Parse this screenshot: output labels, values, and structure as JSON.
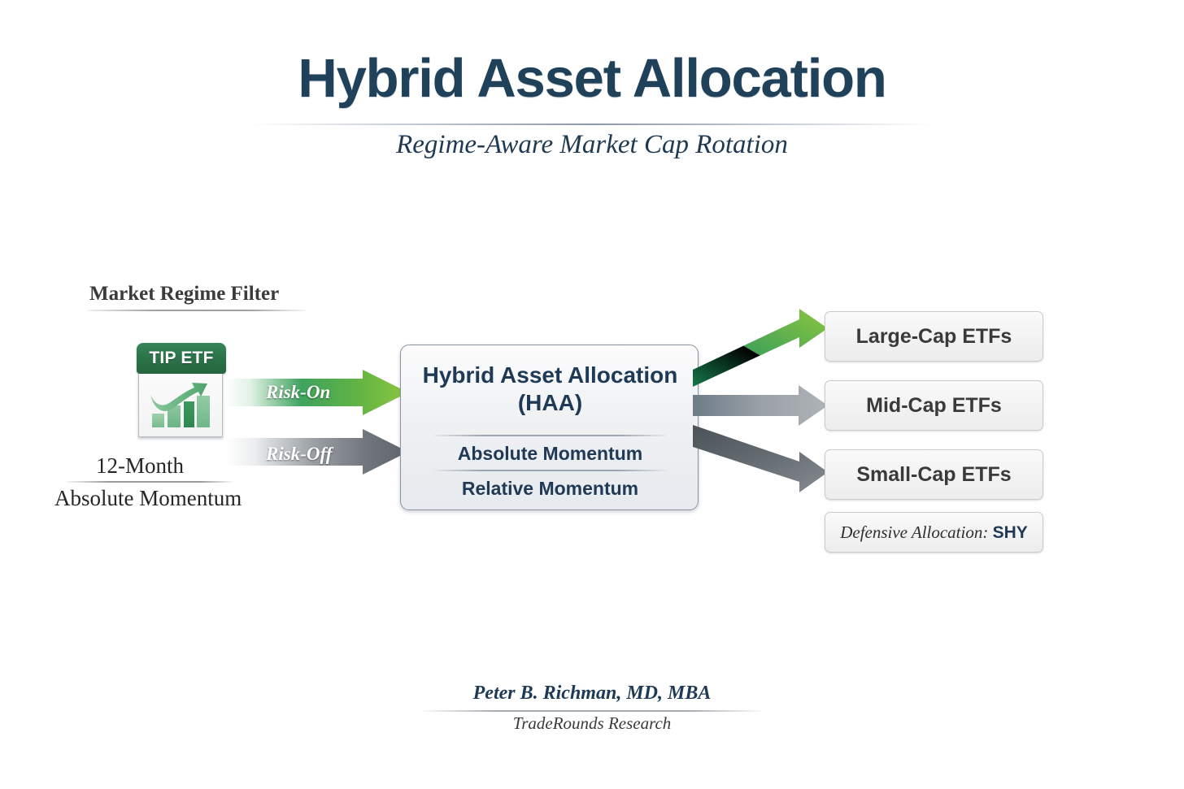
{
  "header": {
    "title": "Hybrid Asset Allocation",
    "subtitle": "Regime-Aware Market Cap Rotation"
  },
  "regime_filter": {
    "section_label": "Market Regime Filter",
    "signal_card": {
      "header": "TIP ETF",
      "icon": "bar-chart-uptrend-icon"
    },
    "momentum_note": {
      "line1": "12-Month",
      "line2": "Absolute Momentum"
    },
    "branches": [
      {
        "label": "Risk-On",
        "color": "#7ab83c"
      },
      {
        "label": "Risk-Off",
        "color": "#6e7479"
      }
    ]
  },
  "engine": {
    "title_line1": "Hybrid Asset Allocation",
    "title_line2": "(HAA)",
    "rules": [
      "Absolute Momentum",
      "Relative Momentum"
    ]
  },
  "outputs": {
    "boxes": [
      {
        "label": "Large-Cap ETFs"
      },
      {
        "label": "Mid-Cap ETFs"
      },
      {
        "label": "Small-Cap ETFs"
      }
    ],
    "defensive": {
      "prefix": "Defensive Allocation: ",
      "ticker": "SHY"
    },
    "arrow_colors": [
      "#7ab83c",
      "#9aa0a6",
      "#5f676e"
    ]
  },
  "footer": {
    "author": "Peter B. Richman, MD, MBA",
    "organization": "TradeRounds Research"
  },
  "theme": {
    "navy": "#1f3a56",
    "green": "#2b7148",
    "bright_green": "#7ab83c",
    "gray": "#6e7479",
    "background": "#ffffff"
  }
}
